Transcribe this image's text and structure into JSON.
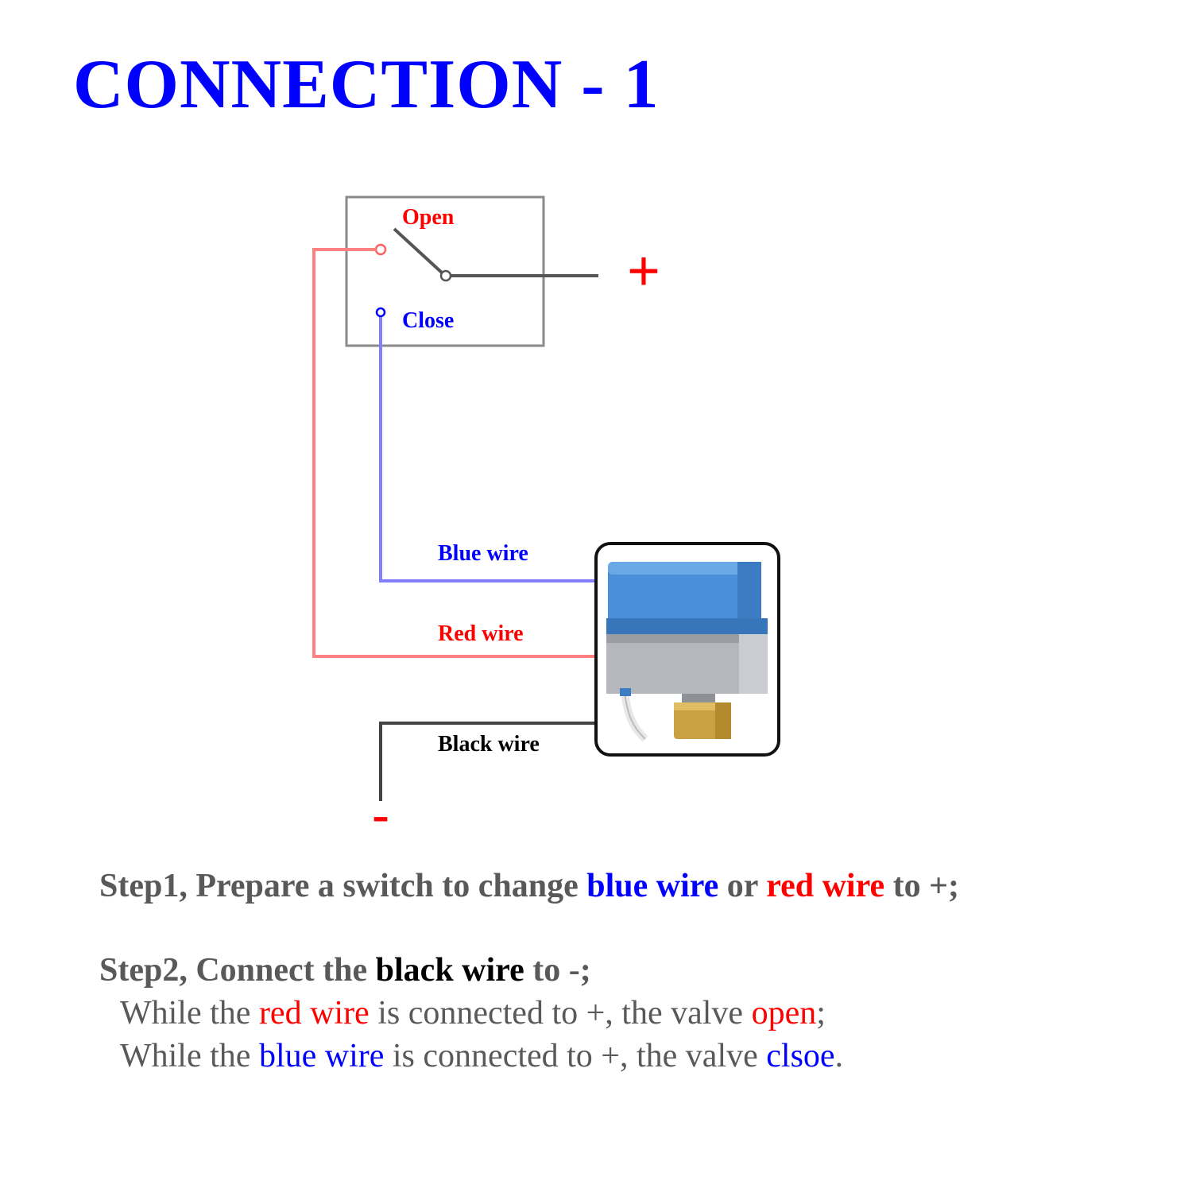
{
  "title": "CONNECTION - 1",
  "colors": {
    "blue": "#0000ff",
    "red": "#ff0000",
    "black": "#000000",
    "gray": "#595959",
    "valve_body": "#4a90d9"
  },
  "diagram": {
    "switch_open_label": "Open",
    "switch_close_label": "Close",
    "plus_label": "+",
    "minus_label": "-",
    "blue_wire_label": "Blue wire",
    "red_wire_label": "Red wire",
    "black_wire_label": "Black wire",
    "valve_icon": "motorized-valve-icon"
  },
  "steps": {
    "step1": {
      "prefix": "Step1, Prepare a switch to change ",
      "blue": "blue wire",
      "mid": " or ",
      "red": "red wire",
      "suffix": " to +;"
    },
    "step2": {
      "prefix": "Step2, Connect the ",
      "black": "black wire",
      "suffix": " to -;"
    },
    "note1": {
      "prefix": "While the ",
      "wire": "red wire",
      "mid": " is connected to +, the valve ",
      "state": "open",
      "suffix": ";"
    },
    "note2": {
      "prefix": "While the ",
      "wire": "blue wire",
      "mid": " is connected to +, the valve ",
      "state": "clsoe",
      "suffix": "."
    }
  }
}
